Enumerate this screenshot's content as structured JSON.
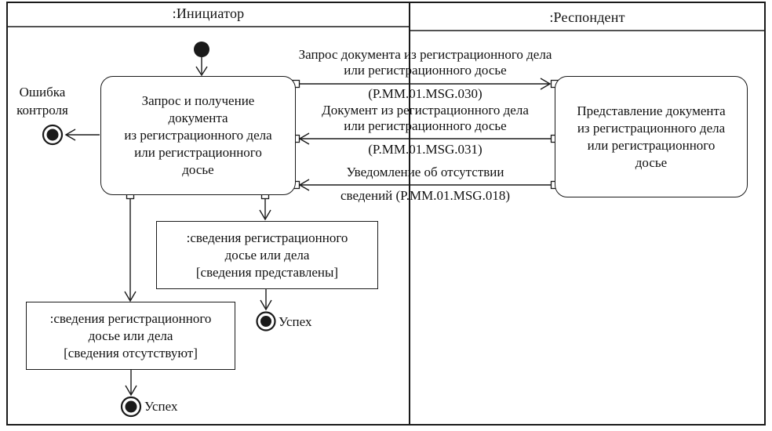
{
  "lanes": [
    {
      "title": ":Инициатор"
    },
    {
      "title": ":Респондент"
    }
  ],
  "nodes": {
    "request_activity": {
      "lines": [
        "Запрос и получение",
        "документа",
        "из регистрационного дела",
        "или регистрационного",
        "досье"
      ]
    },
    "provide_activity": {
      "lines": [
        "Представление документа",
        "из регистрационного дела",
        "или регистрационного",
        "досье"
      ]
    },
    "object_provided": {
      "lines": [
        ":сведения регистрационного",
        "досье или дела",
        "[сведения представлены]"
      ]
    },
    "object_absent": {
      "lines": [
        ":сведения регистрационного",
        "досье или дела",
        "[сведения отсутствуют]"
      ]
    }
  },
  "messages": {
    "msg030": {
      "above": [
        "Запрос документа из регистрационного дела",
        "или регистрационного досье"
      ],
      "below": [
        "(P.MM.01.MSG.030)"
      ]
    },
    "msg031": {
      "above": [
        "Документ из регистрационного дела",
        "или регистрационного досье"
      ],
      "below": [
        "(P.MM.01.MSG.031)"
      ]
    },
    "msg018": {
      "above": [
        "Уведомление об отсутствии"
      ],
      "below": [
        "сведений (P.MM.01.MSG.018)"
      ]
    }
  },
  "terminals": {
    "error": {
      "line1": "Ошибка",
      "line2": "контроля"
    },
    "success_mid": {
      "label": "Успех"
    },
    "success_bottom": {
      "label": "Успех"
    }
  },
  "colors": {
    "line": "#1a1a1a",
    "background": "#ffffff"
  }
}
